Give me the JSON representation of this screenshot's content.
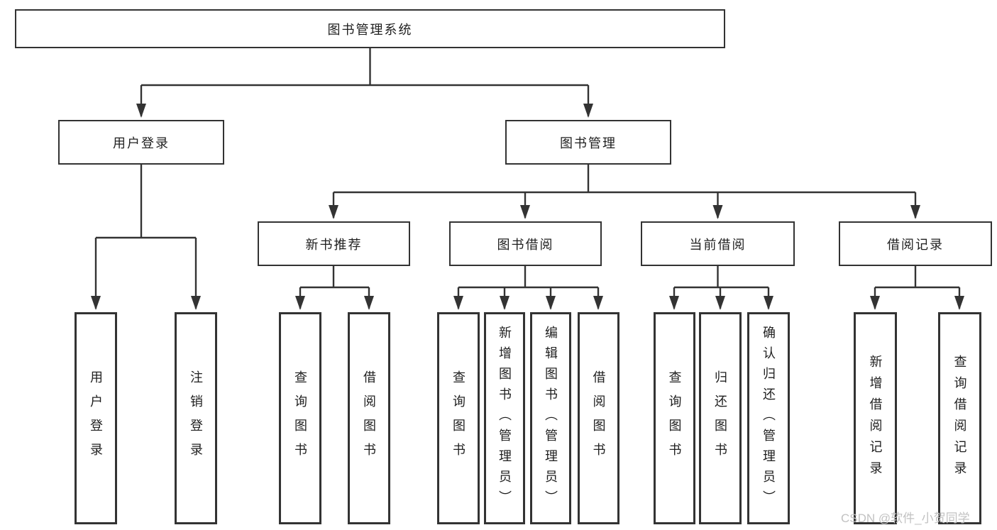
{
  "diagram": {
    "watermark": "CSDN @软件_小贺同学",
    "colors": {
      "line": "#333333",
      "box_border": "#333333",
      "text": "#1f1f1f",
      "background": "#ffffff",
      "watermark": "#c2c2c2"
    },
    "tree": {
      "root": {
        "label": "图书管理系统"
      },
      "level2": [
        {
          "label": "用户登录"
        },
        {
          "label": "图书管理"
        }
      ],
      "level3": [
        {
          "label": "新书推荐",
          "parent": "图书管理"
        },
        {
          "label": "图书借阅",
          "parent": "图书管理"
        },
        {
          "label": "当前借阅",
          "parent": "图书管理"
        },
        {
          "label": "借阅记录",
          "parent": "图书管理"
        }
      ],
      "leaves": [
        {
          "label": "用户登录",
          "parent": "用户登录"
        },
        {
          "label": "注销登录",
          "parent": "用户登录"
        },
        {
          "label": "查询图书",
          "parent": "新书推荐"
        },
        {
          "label": "借阅图书",
          "parent": "新书推荐"
        },
        {
          "label": "查询图书",
          "parent": "图书借阅"
        },
        {
          "label": "新增图书（管理员）",
          "parent": "图书借阅"
        },
        {
          "label": "编辑图书（管理员）",
          "parent": "图书借阅"
        },
        {
          "label": "借阅图书",
          "parent": "图书借阅"
        },
        {
          "label": "查询图书",
          "parent": "当前借阅"
        },
        {
          "label": "归还图书",
          "parent": "当前借阅"
        },
        {
          "label": "确认归还（管理员）",
          "parent": "当前借阅"
        },
        {
          "label": "新增借阅记录",
          "parent": "借阅记录"
        },
        {
          "label": "查询借阅记录",
          "parent": "借阅记录"
        }
      ]
    }
  }
}
